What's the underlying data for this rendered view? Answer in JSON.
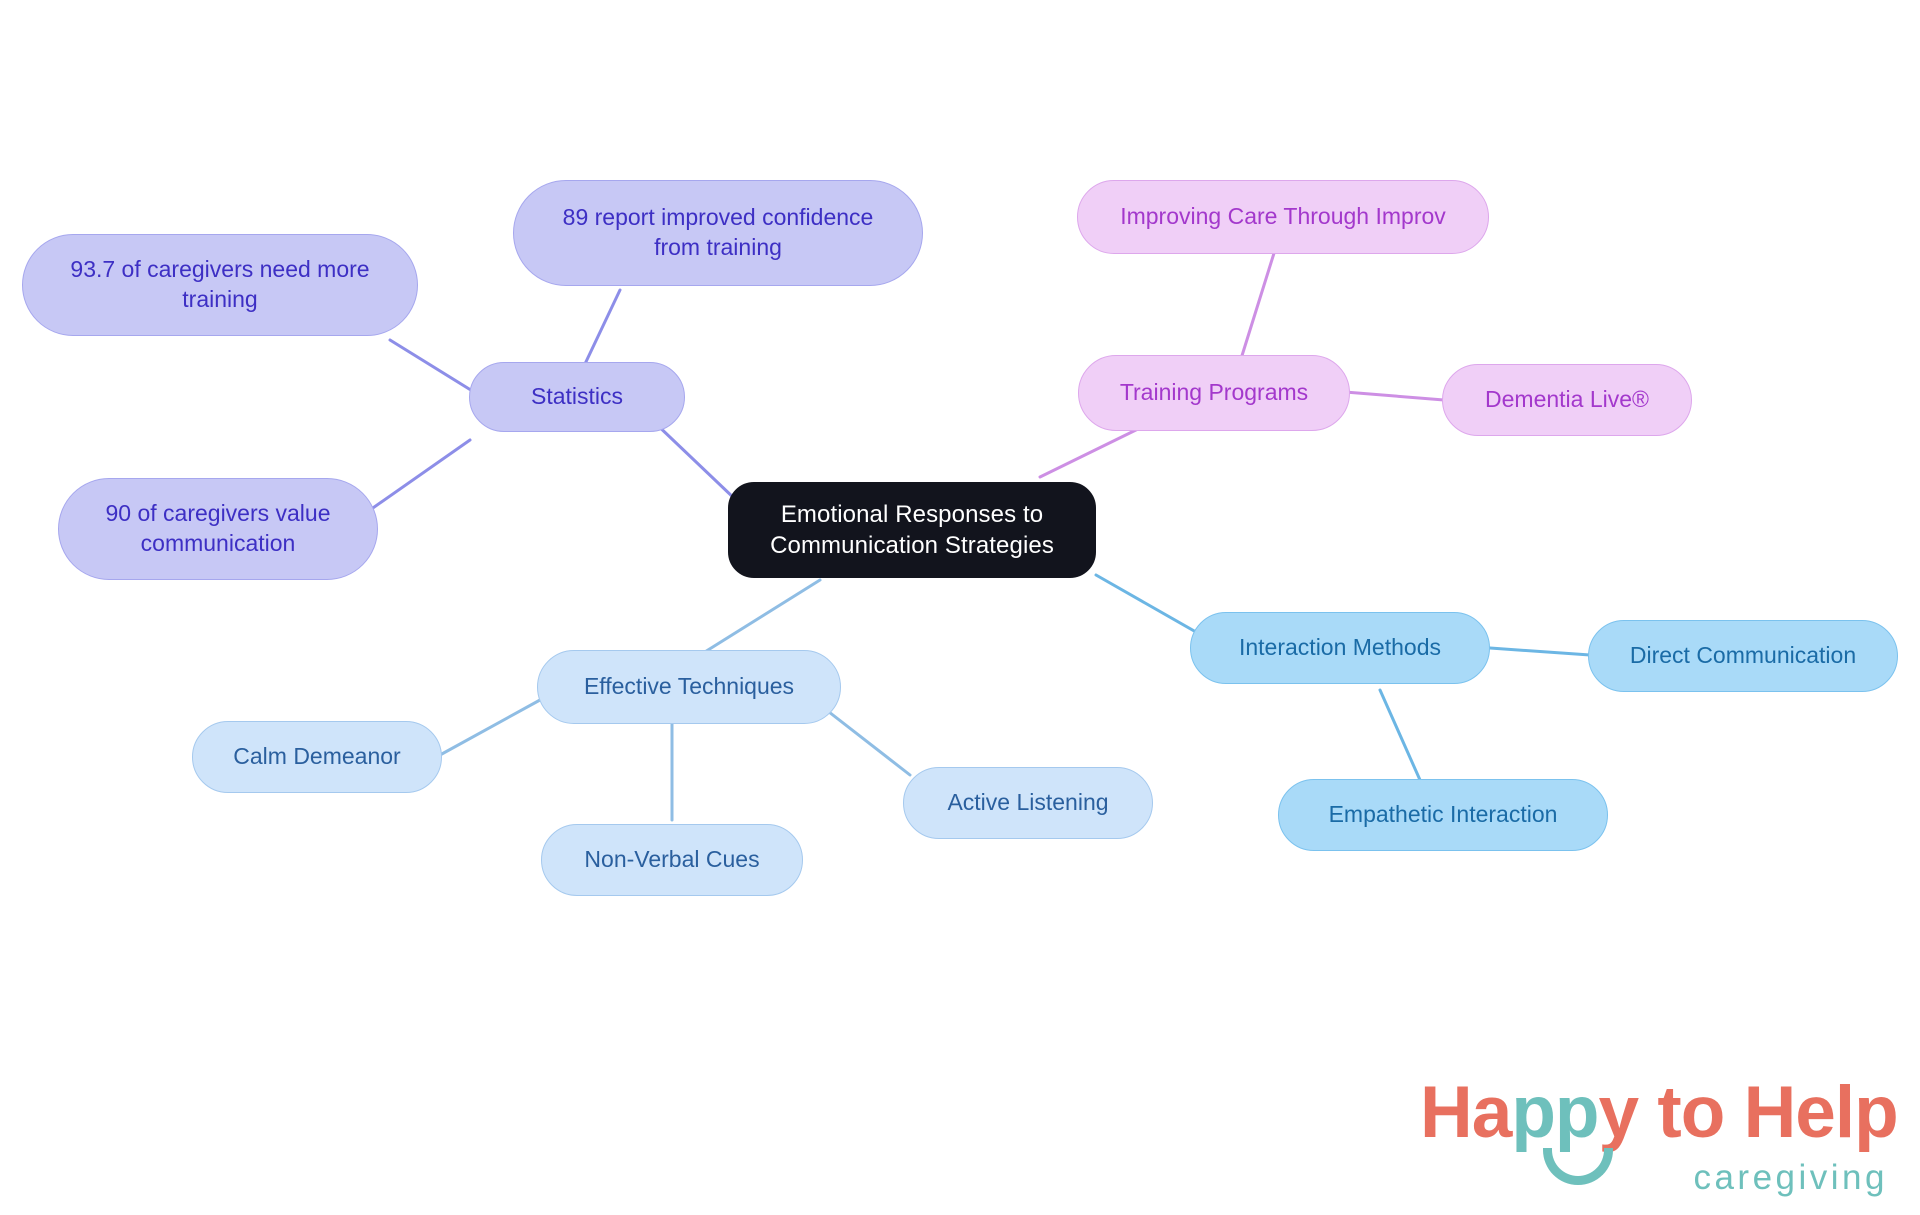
{
  "diagram": {
    "type": "mindmap",
    "title": "Emotional Responses to Communication Strategies",
    "root": {
      "id": "root",
      "label": "Emotional Responses to\nCommunication Strategies",
      "color_fill": "#12141d",
      "color_text": "#ffffff"
    },
    "branches": [
      {
        "id": "statistics",
        "label": "Statistics",
        "color_fill": "#c7c8f5",
        "color_text": "#3d2fc4",
        "color_edge": "#8d8ee8",
        "children": [
          {
            "id": "stat-training",
            "label": "93.7 of caregivers need more\ntraining"
          },
          {
            "id": "stat-confidence",
            "label": "89 report improved confidence\nfrom training"
          },
          {
            "id": "stat-communication",
            "label": "90 of caregivers value\ncommunication"
          }
        ]
      },
      {
        "id": "training-programs",
        "label": "Training Programs",
        "color_fill": "#f0cff7",
        "color_text": "#a338cc",
        "color_edge": "#cd8fe4",
        "children": [
          {
            "id": "improving-care",
            "label": "Improving Care Through Improv"
          },
          {
            "id": "dementia-live",
            "label": "Dementia Live®"
          }
        ]
      },
      {
        "id": "interaction-methods",
        "label": "Interaction Methods",
        "color_fill": "#a9daf8",
        "color_text": "#1a6ba6",
        "color_edge": "#6cb6e4",
        "children": [
          {
            "id": "direct-communication",
            "label": "Direct Communication"
          },
          {
            "id": "empathetic-interaction",
            "label": "Empathetic Interaction"
          }
        ]
      },
      {
        "id": "effective-techniques",
        "label": "Effective Techniques",
        "color_fill": "#cfe4fa",
        "color_text": "#2a5f9e",
        "color_edge": "#8fbde4",
        "children": [
          {
            "id": "calm-demeanor",
            "label": "Calm Demeanor"
          },
          {
            "id": "non-verbal-cues",
            "label": "Non-Verbal Cues"
          },
          {
            "id": "active-listening",
            "label": "Active Listening"
          }
        ]
      }
    ]
  },
  "logo": {
    "word_happy_to": "Ha",
    "word_pp": "pp",
    "word_y_rest": "y to Help",
    "tagline": "caregiving",
    "color_coral": "#e8705f",
    "color_teal": "#6ec0bc"
  }
}
